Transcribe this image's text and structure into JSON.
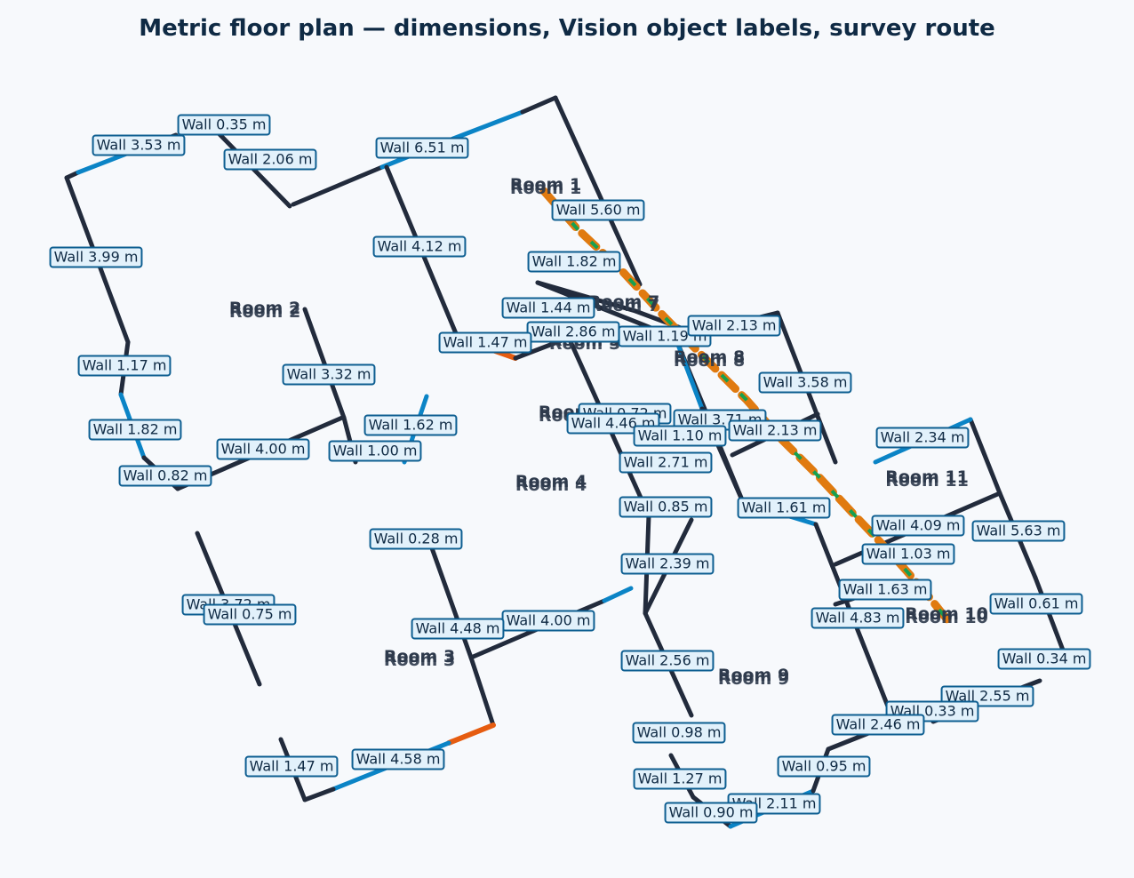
{
  "title": "Metric floor plan — dimensions, Vision object labels, survey route",
  "colors": {
    "wall": "#222b3c",
    "accent_blue": "#0b84c6",
    "accent_orange": "#e65c10",
    "route_orange": "#e07a10",
    "route_green": "#16a050",
    "label_fill": "#e2f1fb",
    "label_border": "#0d5e91"
  },
  "rooms": [
    {
      "label": "Room 1"
    },
    {
      "label": "Room 2"
    },
    {
      "label": "Room 3"
    },
    {
      "label": "Room 4"
    },
    {
      "label": "Room 5"
    },
    {
      "label": "Room 6"
    },
    {
      "label": "Room 7"
    },
    {
      "label": "Room 8"
    },
    {
      "label": "Room 9"
    },
    {
      "label": "Room 10"
    },
    {
      "label": "Room 11"
    }
  ],
  "wall_labels": [
    "Wall 0.35 m",
    "Wall 3.53 m",
    "Wall 2.06 m",
    "Wall 6.51 m",
    "Wall 5.60 m",
    "Wall 4.12 m",
    "Wall 3.99 m",
    "Wall 1.82 m",
    "Wall 1.44 m",
    "Wall 2.86 m",
    "Wall 1.47 m",
    "Wall 1.19 m",
    "Wall 2.13 m",
    "Wall 1.17 m",
    "Wall 3.32 m",
    "Wall 3.58 m",
    "Wall 0.72 m",
    "Wall 4.46 m",
    "Wall 3.71 m",
    "Wall 1.62 m",
    "Wall 1.82 m",
    "Wall 1.10 m",
    "Wall 2.13 m",
    "Wall 2.34 m",
    "Wall 4.00 m",
    "Wall 1.00 m",
    "Wall 0.82 m",
    "Wall 2.71 m",
    "Wall 0.85 m",
    "Wall 1.61 m",
    "Wall 4.09 m",
    "Wall 5.63 m",
    "Wall 0.28 m",
    "Wall 1.03 m",
    "Wall 2.39 m",
    "Wall 1.63 m",
    "Wall 3.72 m",
    "Wall 0.75 m",
    "Wall 0.61 m",
    "Wall 4.00 m",
    "Wall 4.83 m",
    "Wall 4.48 m",
    "Wall 0.34 m",
    "Wall 2.56 m",
    "Wall 2.55 m",
    "Wall 0.33 m",
    "Wall 2.46 m",
    "Wall 0.98 m",
    "Wall 0.95 m",
    "Wall 1.47 m",
    "Wall 4.58 m",
    "Wall 1.27 m",
    "Wall 2.11 m",
    "Wall 0.90 m"
  ]
}
